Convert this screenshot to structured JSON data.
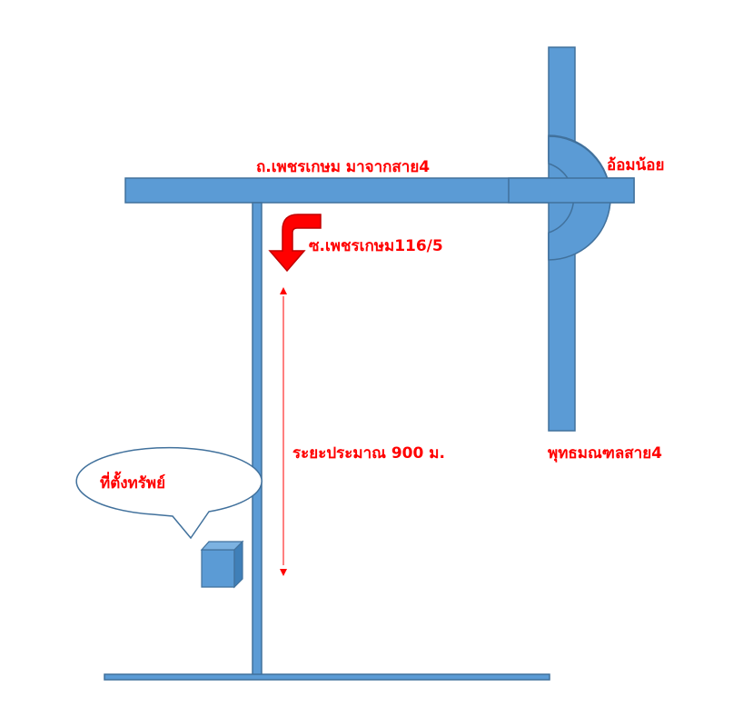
{
  "map": {
    "labels": {
      "main_road": "ถ.เพชรเกษม มาจากสาย4",
      "soi": "ซ.เพชรเกษม116/5",
      "distance": "ระยะประมาณ 900 ม.",
      "junction": "อ้อมน้อย",
      "cross_road": "พุทธมณฑลสาย4",
      "property": "ที่ตั้งทรัพย์"
    },
    "colors": {
      "road_fill": "#5b9bd5",
      "road_stroke": "#41719c",
      "label": "#ff0000",
      "turn_arrow": "#ff0000",
      "property_box": "#5b9bd5"
    },
    "icons": {
      "turn": "turn-left-down-arrow-icon",
      "property": "building-box-icon",
      "callout": "speech-bubble-icon"
    }
  }
}
